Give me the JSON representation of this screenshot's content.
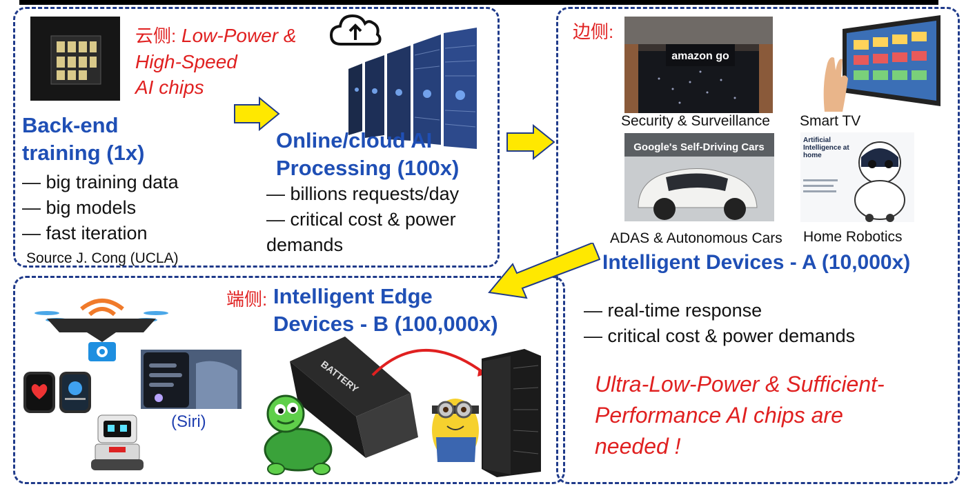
{
  "cloud": {
    "cn_label": "云侧:",
    "chip_line1": "Low-Power &",
    "chip_line2": "High-Speed",
    "chip_line3": "AI chips",
    "training_title_1": "Back-end",
    "training_title_2": "training (1x)",
    "training_points": [
      "— big training data",
      "— big models",
      "— fast iteration"
    ],
    "source": "Source J. Cong (UCLA)",
    "online_title_1": "Online/cloud AI",
    "online_title_2": "Processing (100x)",
    "online_points": [
      "— billions requests/day",
      "— critical cost & power",
      "demands"
    ]
  },
  "edge_a": {
    "cn_label": "边侧:",
    "captions": [
      "Security & Surveillance",
      "Smart TV",
      "ADAS & Autonomous Cars",
      "Home Robotics"
    ],
    "store_sign": "amazon go",
    "car_banner": "Google's Self-Driving Cars",
    "robot_text": "Artificial Intelligence at home",
    "title": "Intelligent Devices - A (10,000x)",
    "points": [
      "— real-time response",
      "— critical cost & power demands"
    ],
    "conclusion": [
      "Ultra-Low-Power & Sufficient-",
      "Performance AI chips are",
      "needed !"
    ]
  },
  "edge_b": {
    "cn_label": "端侧:",
    "title_1": "Intelligent Edge",
    "title_2": "Devices - B (100,000x)",
    "siri_label": "(Siri)",
    "battery_label": "BATTERY"
  },
  "colors": {
    "panel_border": "#1f3a8a",
    "title_blue": "#1f4fb5",
    "accent_red": "#e02020",
    "arrow_yellow": "#ffe800"
  }
}
